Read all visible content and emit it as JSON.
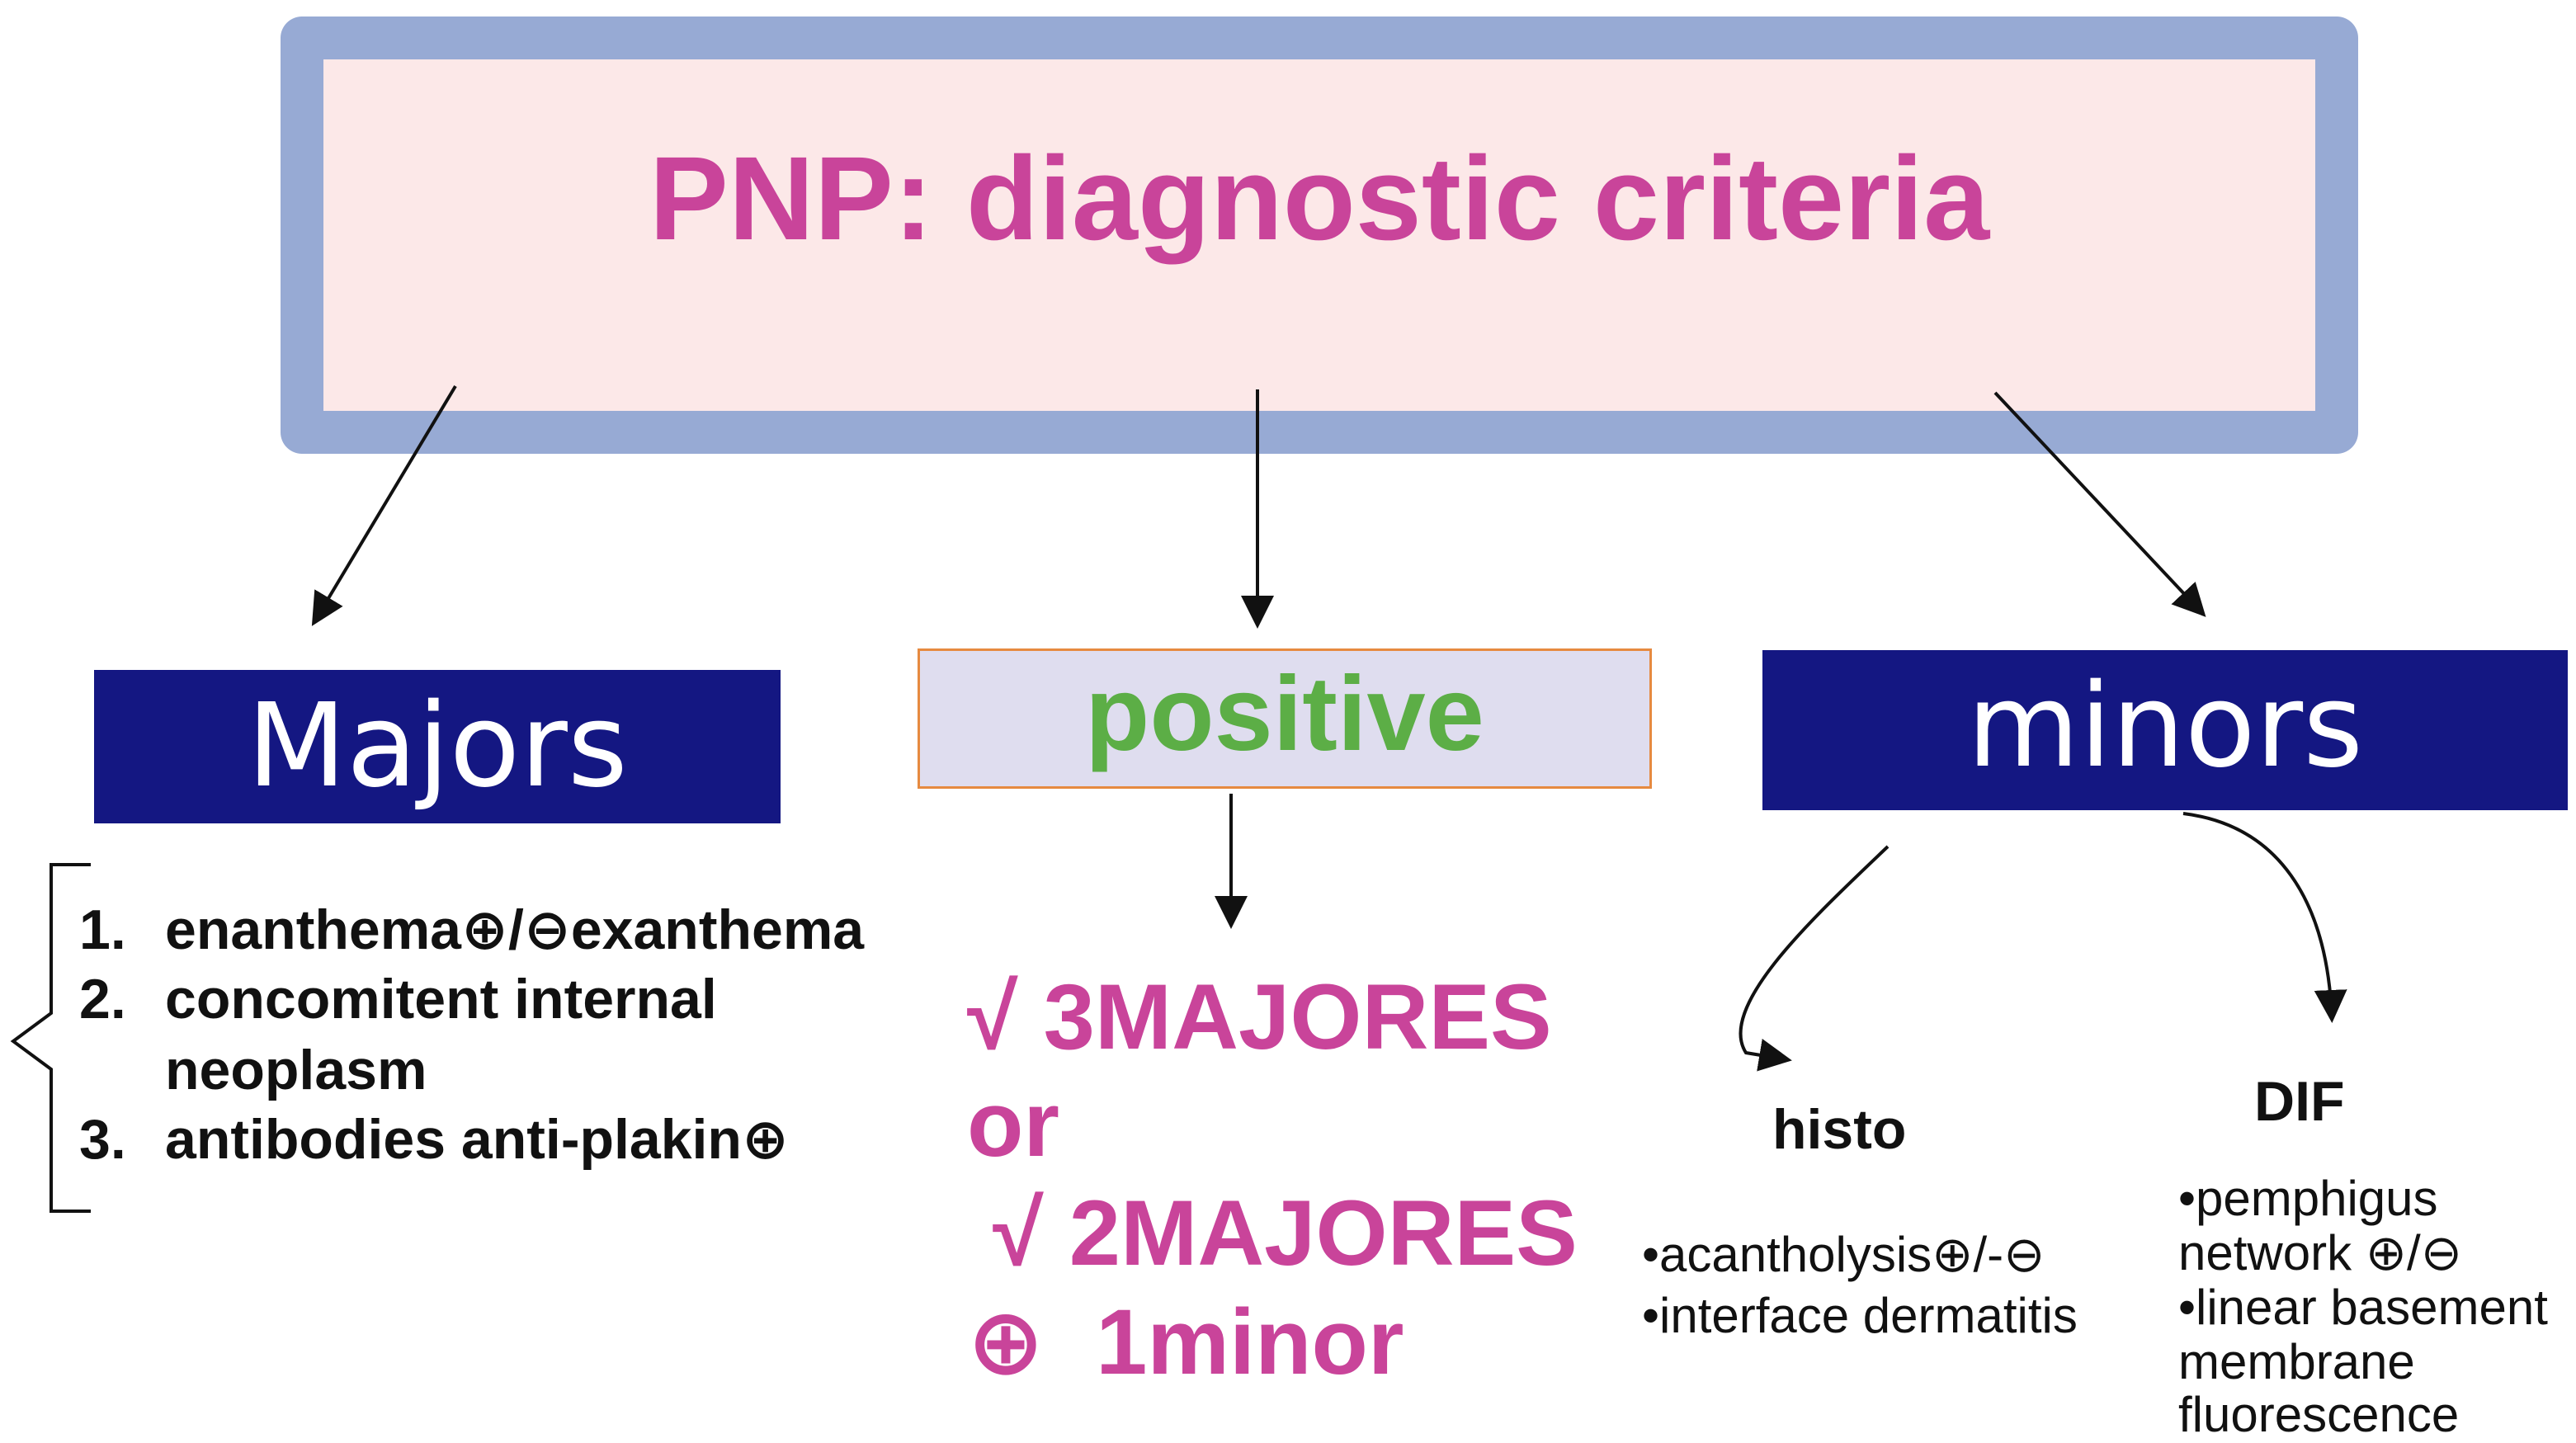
{
  "title": "PNP: diagnostic criteria",
  "colors": {
    "title": "#c9449a",
    "frame": "#97aad4",
    "box_fill": "#fce8e8",
    "navy": "#141782",
    "green": "#5cae46",
    "orange_border": "#e68a40"
  },
  "majors": {
    "label": "Majors",
    "items": [
      {
        "num": "1.",
        "text": "enanthema⊕/⊖exanthema"
      },
      {
        "num": "2.",
        "text": "concomitent internal",
        "cont": "neoplasm"
      },
      {
        "num": "3.",
        "text": "antibodies anti-plakin⊕"
      }
    ]
  },
  "positive": {
    "label": "positive",
    "criteria": [
      "√ 3MAJORES",
      "or",
      " √ 2MAJORES",
      "⊕  1minor"
    ]
  },
  "minors": {
    "label": "minors",
    "histo": {
      "label": "histo",
      "bullets": [
        "•acantholysis⊕/-⊖",
        "•interface dermatitis"
      ]
    },
    "dif": {
      "label": "DIF",
      "bullets": [
        "•pemphigus",
        "network ⊕/⊖",
        "•linear basement",
        "membrane",
        "fluorescence"
      ]
    }
  }
}
